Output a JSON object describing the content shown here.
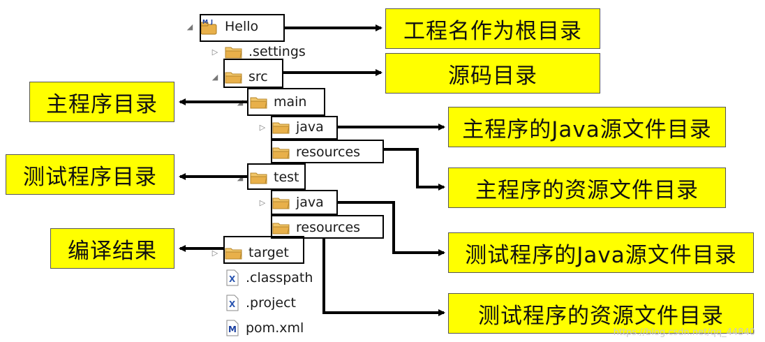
{
  "tree": {
    "items": [
      {
        "id": "hello",
        "label": "Hello",
        "icon": "project-icon",
        "expander": "◢"
      },
      {
        "id": "settings",
        "label": ".settings",
        "icon": "folder-icon",
        "expander": "▷"
      },
      {
        "id": "src",
        "label": "src",
        "icon": "folder-icon",
        "expander": "◢"
      },
      {
        "id": "main",
        "label": "main",
        "icon": "folder-icon",
        "expander": "◢"
      },
      {
        "id": "main_java",
        "label": "java",
        "icon": "folder-icon",
        "expander": "▷"
      },
      {
        "id": "main_resources",
        "label": "resources",
        "icon": "folder-icon",
        "expander": ""
      },
      {
        "id": "test",
        "label": "test",
        "icon": "folder-icon",
        "expander": "◢"
      },
      {
        "id": "test_java",
        "label": "java",
        "icon": "folder-icon",
        "expander": "▷"
      },
      {
        "id": "test_resources",
        "label": "resources",
        "icon": "folder-icon",
        "expander": ""
      },
      {
        "id": "target",
        "label": "target",
        "icon": "folder-icon",
        "expander": "▷"
      },
      {
        "id": "classpath",
        "label": ".classpath",
        "icon": "xml-file-icon",
        "expander": ""
      },
      {
        "id": "project",
        "label": ".project",
        "icon": "xml-file-icon",
        "expander": ""
      },
      {
        "id": "pom",
        "label": "pom.xml",
        "icon": "maven-file-icon",
        "expander": ""
      }
    ]
  },
  "callouts": {
    "project_root": "工程名作为根目录",
    "source_dir": "源码目录",
    "main_dir": "主程序目录",
    "main_java": "主程序的Java源文件目录",
    "main_resources": "主程序的资源文件目录",
    "test_dir": "测试程序目录",
    "test_java": "测试程序的Java源文件目录",
    "test_resources": "测试程序的资源文件目录",
    "build_output": "编译结果"
  },
  "watermark": "https://blog.csdn.net/qq_44840",
  "colors": {
    "callout_bg": "#ffff00",
    "folder": "#e8b04a",
    "arrow": "#000000"
  }
}
